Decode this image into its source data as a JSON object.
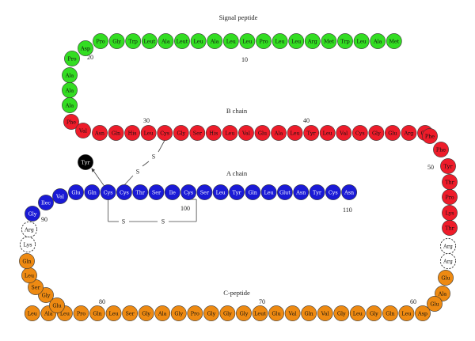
{
  "colors": {
    "signal": "#33dd22",
    "b_chain": "#ee1c2a",
    "a_chain": "#1a1ad6",
    "c_peptide": "#ee8a12",
    "cleaved": "#ffffff",
    "tyr": "#000000",
    "line": "#444444"
  },
  "titles": {
    "signal": "Signal peptide",
    "b_chain": "B chain",
    "a_chain": "A chain",
    "c_peptide": "C-peptide"
  },
  "numbers": {
    "n10": "10",
    "n20": "20",
    "n30": "30",
    "n40": "40",
    "n50": "50",
    "n60": "60",
    "n70": "70",
    "n80": "80",
    "n90": "90",
    "n100": "100",
    "n110": "110"
  },
  "disulfide": {
    "s1": "S",
    "s2": "S",
    "s3": "S",
    "s4": "S"
  },
  "tyr_label": "Tyr",
  "signal_row": [
    "Pro",
    "Gly",
    "Trp",
    "Leut",
    "Ala",
    "Leut",
    "Leu",
    "Ala",
    "Leu",
    "Leu",
    "Pro",
    "Leu",
    "Leu",
    "Arg",
    "Met",
    "Trp",
    "Leu",
    "Ala",
    "Met"
  ],
  "signal_left": [
    "Asp",
    "Pro",
    "Ala",
    "Ala",
    "Ala"
  ],
  "b_left": [
    "Phe",
    "Val"
  ],
  "b_row": [
    "Asn",
    "Gln",
    "His",
    "Leu",
    "Cys",
    "Gly",
    "Ser",
    "His",
    "Leu",
    "Val",
    "Glu",
    "Ala",
    "Leu",
    "Tyr",
    "Leu",
    "Val",
    "Cys",
    "Gly",
    "Glu",
    "Arg",
    "Gly"
  ],
  "b_right": [
    "Phe",
    "Phe",
    "Tyr",
    "Thr",
    "Pro",
    "Lys",
    "Thr"
  ],
  "right_cleaved": [
    "Arg",
    "Arg"
  ],
  "c_right": [
    "Glu",
    "Ala",
    "Glu"
  ],
  "c_row": [
    "Asp",
    "Leu",
    "Gln",
    "Gly",
    "Leu",
    "Gly",
    "Val",
    "Gln",
    "Val",
    "Glu",
    "Leut",
    "Gly",
    "Gly",
    "Gly",
    "Pro",
    "Gly",
    "Ala",
    "Gly",
    "Ser",
    "Leu",
    "Gln",
    "Pro",
    "Leu",
    "Ala",
    "Leu"
  ],
  "c_left": [
    "Glu",
    "Gly",
    "Ser",
    "Leu",
    "Gln"
  ],
  "left_cleaved": [
    "Lys",
    "Arg"
  ],
  "a_left": [
    "Gly",
    "Ilec",
    "Val"
  ],
  "a_row": [
    "Glu",
    "Gln",
    "Cys",
    "Cys",
    "Thr",
    "Ser",
    "Ile",
    "Cys",
    "Ser",
    "Leu",
    "Tyr",
    "Gln",
    "Leu",
    "Glut",
    "Asn",
    "Tyr",
    "Cys",
    "Asn"
  ]
}
